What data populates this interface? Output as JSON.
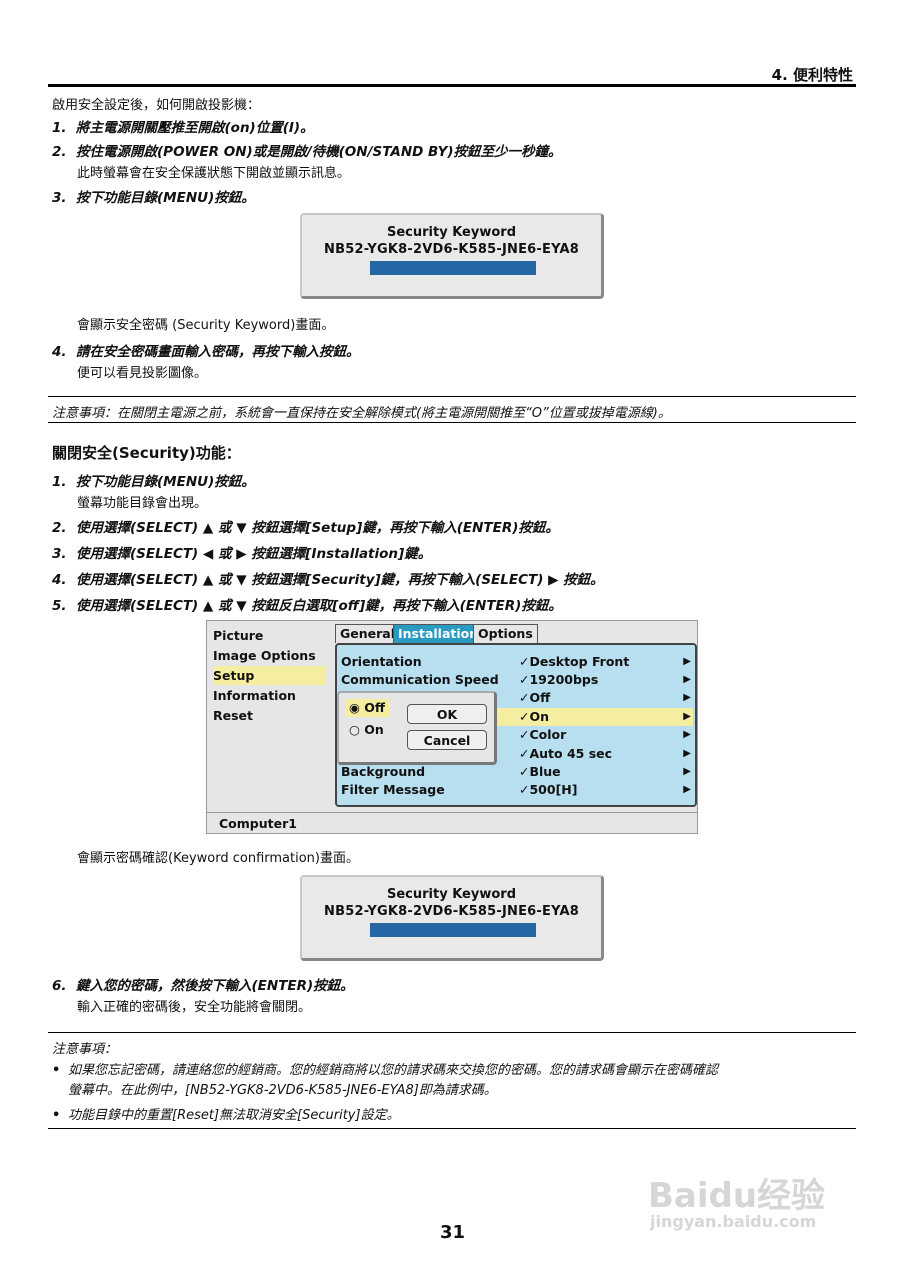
{
  "header": {
    "section": "4. 便利特性"
  },
  "intro": "啟用安全設定後，如何開啟投影機：",
  "steps_a": [
    {
      "num": "1.",
      "text": "將主電源開關壓推至開啟(on)位置(I)。"
    },
    {
      "num": "2.",
      "text": "按住電源開啟(POWER ON)或是開啟/待機(ON/STAND BY)按鈕至少一秒鐘。",
      "sub": "此時螢幕會在安全保護狀態下開啟並顯示訊息。"
    },
    {
      "num": "3.",
      "text": "按下功能目錄(MENU)按鈕。"
    }
  ],
  "keyword_dialog": {
    "title": "Security Keyword",
    "code": "NB52-YGK8-2VD6-K585-JNE6-EYA8"
  },
  "after_dialog1": "會顯示安全密碼 (Security Keyword)畫面。",
  "step4": {
    "num": "4.",
    "text": "請在安全密碼畫面輸入密碼，再按下輸入按鈕。",
    "sub": "便可以看見投影圖像。"
  },
  "note1": "注意事項：在關閉主電源之前，系統會一直保持在安全解除模式(將主電源開關推至“O”位置或拔掉電源線)。",
  "disable_title": "關閉安全(Security)功能：",
  "steps_b": [
    {
      "num": "1.",
      "text": "按下功能目錄(MENU)按鈕。",
      "sub": "螢幕功能目錄會出現。"
    },
    {
      "num": "2.",
      "text": "使用選擇(SELECT) ▲ 或 ▼ 按鈕選擇[Setup]鍵，再按下輸入(ENTER)按鈕。"
    },
    {
      "num": "3.",
      "text": "使用選擇(SELECT) ◀ 或 ▶ 按鈕選擇[Installation]鍵。"
    },
    {
      "num": "4.",
      "text": "使用選擇(SELECT) ▲ 或 ▼ 按鈕選擇[Security]鍵，再按下輸入(SELECT) ▶ 按鈕。"
    },
    {
      "num": "5.",
      "text": "使用選擇(SELECT) ▲ 或 ▼ 按鈕反白選取[off]鍵，再按下輸入(ENTER)按鈕。"
    }
  ],
  "menu": {
    "left": [
      "Picture",
      "Image Options",
      "Setup",
      "Information",
      "Reset"
    ],
    "tabs": [
      "General",
      "Installation",
      "Options"
    ],
    "rows": [
      {
        "label": "Orientation",
        "value": "✓Desktop Front"
      },
      {
        "label": "Communication Speed",
        "value": "✓19200bps"
      },
      {
        "label": "",
        "value": "✓Off"
      },
      {
        "label": "",
        "value": "✓On"
      },
      {
        "label": "",
        "value": "✓Color"
      },
      {
        "label": "",
        "value": "✓Auto 45 sec"
      },
      {
        "label": "Background",
        "value": "✓Blue"
      },
      {
        "label": "Filter Message",
        "value": "✓500[H]"
      }
    ],
    "dialog": {
      "opt_off": "Off",
      "opt_on": "On",
      "ok": "OK",
      "cancel": "Cancel"
    },
    "status": "Computer1"
  },
  "after_menu": "會顯示密碼確認(Keyword confirmation)畫面。",
  "step6": {
    "num": "6.",
    "text": "鍵入您的密碼，然後按下輸入(ENTER)按鈕。",
    "sub": "輸入正確的密碼後，安全功能將會關閉。"
  },
  "note2": {
    "title": "注意事項：",
    "bullets": [
      "如果您忘記密碼，請連絡您的經銷商。您的經銷商將以您的請求碼來交換您的密碼。您的請求碼會顯示在密碼確認",
      "螢幕中。在此例中，[NB52-YGK8-2VD6-K585-JNE6-EYA8]即為請求碼。",
      "功能目錄中的重置[Reset]無法取消安全[Security]設定。"
    ]
  },
  "page_number": "31",
  "watermark": {
    "brand": "Baidu经验",
    "url": "jingyan.baidu.com"
  }
}
